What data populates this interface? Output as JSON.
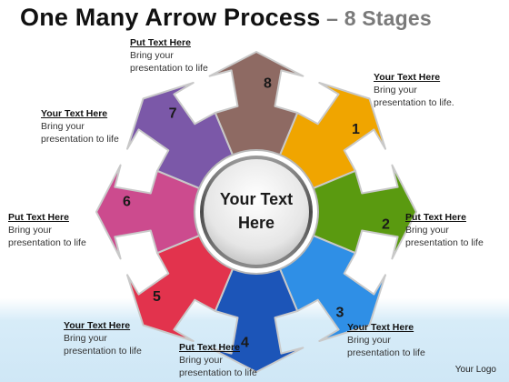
{
  "title": {
    "main": "One Many Arrow  Process",
    "dash": " – ",
    "sub": "8 Stages"
  },
  "center": {
    "line1": "Your Text",
    "line2": "Here"
  },
  "stages": [
    {
      "num": "1",
      "color": "#f0a500"
    },
    {
      "num": "2",
      "color": "#5a9a10"
    },
    {
      "num": "3",
      "color": "#2f8fe6"
    },
    {
      "num": "4",
      "color": "#1c55b8"
    },
    {
      "num": "5",
      "color": "#e2334d"
    },
    {
      "num": "6",
      "color": "#cc4b8e"
    },
    {
      "num": "7",
      "color": "#7b58a8"
    },
    {
      "num": "8",
      "color": "#8e6a63"
    }
  ],
  "labels": [
    {
      "title": "Your Text Here",
      "line1": "Bring your",
      "line2": "presentation to life."
    },
    {
      "title": "Put Text Here",
      "line1": "Bring your",
      "line2": "presentation to life"
    },
    {
      "title": "Your Text Here",
      "line1": "Bring your",
      "line2": "presentation to life"
    },
    {
      "title": "Put Text Here",
      "line1": "Bring your",
      "line2": "presentation to life"
    },
    {
      "title": "Your Text Here",
      "line1": "Bring your",
      "line2": "presentation to life"
    },
    {
      "title": "Put Text Here",
      "line1": "Bring your",
      "line2": "presentation to life"
    },
    {
      "title": "Your Text Here",
      "line1": "Bring your",
      "line2": "presentation to life"
    },
    {
      "title": "Put Text Here",
      "line1": "Bring your",
      "line2": "presentation to life"
    }
  ],
  "logo": "Your Logo"
}
